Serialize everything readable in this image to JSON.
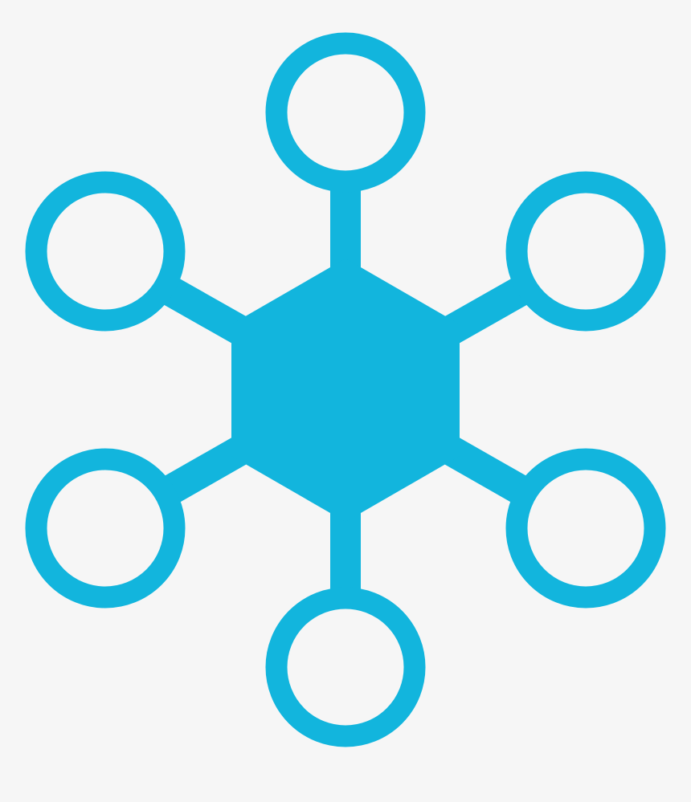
{
  "colors": {
    "background": "#F6F6F6",
    "accent": "#12B5DD",
    "node_fill": "#F6F6F6"
  },
  "icon": {
    "name": "hub-network-icon",
    "center_shape": "hexagon",
    "satellite_count": 6,
    "satellite_shape": "ring"
  }
}
